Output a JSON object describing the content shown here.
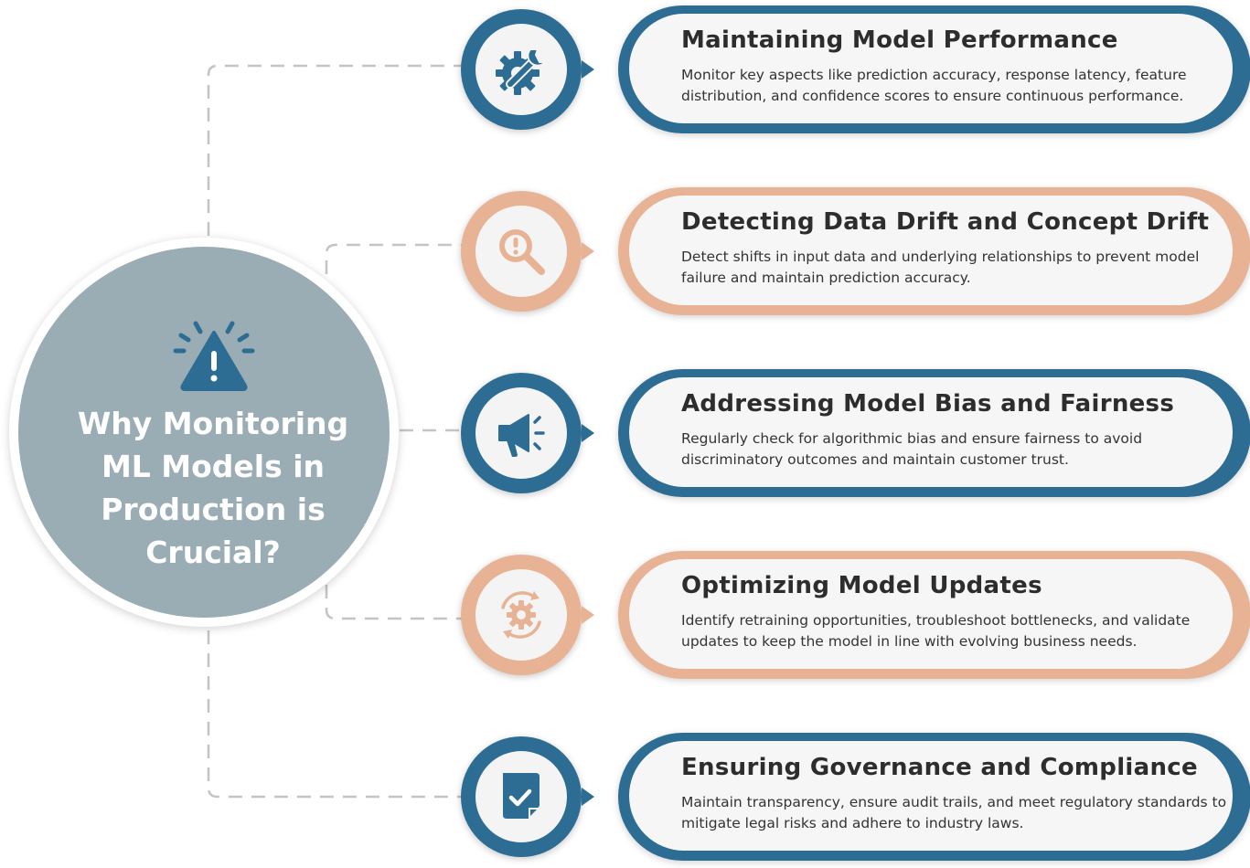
{
  "hub": {
    "title": "Why Monitoring ML Models in Production is Crucial?",
    "icon": "warning-alert-icon",
    "color": "#9aacb4"
  },
  "items": [
    {
      "title": "Maintaining Model Performance",
      "description": "Monitor key aspects like prediction accuracy, response latency, feature distribution, and confidence scores to ensure continuous performance.",
      "icon": "gear-wrench-icon",
      "color": "#2e6d93"
    },
    {
      "title": "Detecting Data Drift and Concept Drift",
      "description": "Detect shifts in input data and underlying relationships to prevent model failure and maintain prediction accuracy.",
      "icon": "magnifier-alert-icon",
      "color": "#e7b394"
    },
    {
      "title": "Addressing Model Bias and Fairness",
      "description": "Regularly check for algorithmic bias and ensure fairness to avoid discriminatory outcomes and maintain customer trust.",
      "icon": "megaphone-icon",
      "color": "#2e6d93"
    },
    {
      "title": "Optimizing Model Updates",
      "description": "Identify retraining opportunities, troubleshoot bottlenecks, and validate updates to keep the model in line with evolving business needs.",
      "icon": "gear-cycle-icon",
      "color": "#e7b394"
    },
    {
      "title": "Ensuring Governance and Compliance",
      "description": "Maintain transparency, ensure audit trails, and meet regulatory standards to mitigate legal risks and adhere to industry laws.",
      "icon": "document-check-icon",
      "color": "#2e6d93"
    }
  ]
}
